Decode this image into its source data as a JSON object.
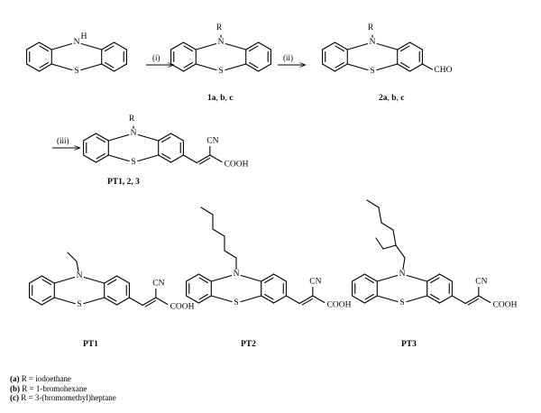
{
  "scheme": {
    "atoms": {
      "N": "N",
      "NH": "H",
      "S": "S",
      "R": "R",
      "CHO": "CHO",
      "CN": "CN",
      "COOH": "COOH"
    },
    "steps": [
      "(i)",
      "(ii)",
      "(iii)"
    ],
    "compounds": {
      "c1": {
        "num": "1",
        "letters": "a, b, c",
        "bold_a": "a",
        "rest": ", ",
        "bold_b": "b",
        "sep": ", ",
        "bold_c": "c"
      },
      "c2": {
        "num": "2",
        "bold_a": "a",
        "rest": ", ",
        "bold_b": "b",
        "sep": ", ",
        "bold_c": "c"
      },
      "pt": "PT1, 2, 3",
      "pt1": "PT1",
      "pt2": "PT2",
      "pt3": "PT3"
    },
    "reagents": [
      {
        "key": "(a)",
        "text": " R = iodoethane"
      },
      {
        "key": "(b)",
        "text": " R = 1-bromohexane"
      },
      {
        "key": "(c)",
        "text": " R = 3-(bromomethyl)heptane"
      }
    ]
  }
}
